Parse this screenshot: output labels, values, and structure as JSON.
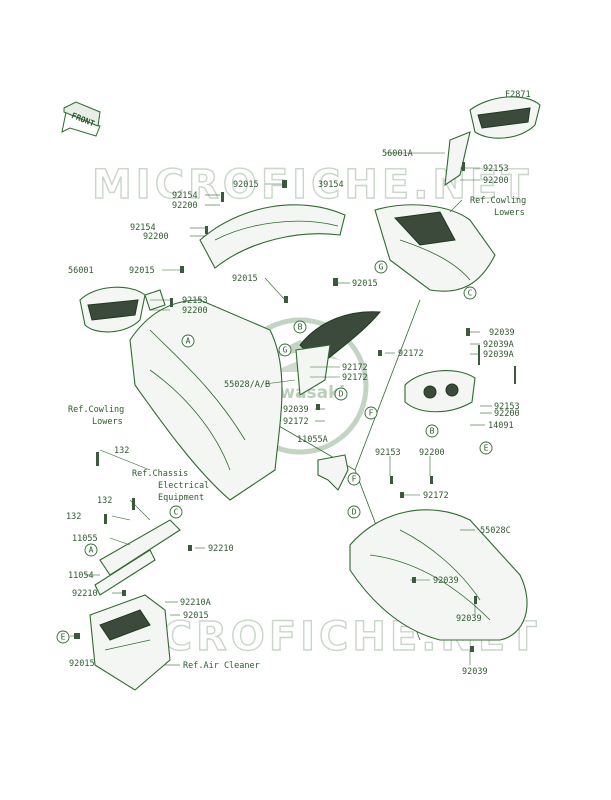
{
  "figure_code": "F2871",
  "front_label": "FRONT",
  "watermark_top": "MICROFICHE.NET",
  "watermark_bottom": "MICROFICHE.NET",
  "logo_text": "Kawasaki",
  "colors": {
    "line": "#2f6a2f",
    "text": "#2f5a2f",
    "watermark": "#c9d6c9",
    "logo": "#b9cfb9"
  },
  "labels": [
    {
      "id": "56001A",
      "text": "56001A"
    },
    {
      "id": "92153a",
      "text": "92153"
    },
    {
      "id": "92200a",
      "text": "92200"
    },
    {
      "id": "refcowl1",
      "text": "Ref.Cowling"
    },
    {
      "id": "refcowl1b",
      "text": "Lowers"
    },
    {
      "id": "92015a",
      "text": "92015"
    },
    {
      "id": "39154",
      "text": "39154"
    },
    {
      "id": "92154a",
      "text": "92154"
    },
    {
      "id": "92200b",
      "text": "92200"
    },
    {
      "id": "92154b",
      "text": "92154"
    },
    {
      "id": "92200c",
      "text": "92200"
    },
    {
      "id": "56001",
      "text": "56001"
    },
    {
      "id": "92015b",
      "text": "92015"
    },
    {
      "id": "92015c",
      "text": "92015"
    },
    {
      "id": "92015d",
      "text": "92015"
    },
    {
      "id": "92153b",
      "text": "92153"
    },
    {
      "id": "92200d",
      "text": "92200"
    },
    {
      "id": "92039a",
      "text": "92039"
    },
    {
      "id": "92039A1",
      "text": "92039A"
    },
    {
      "id": "92039A2",
      "text": "92039A"
    },
    {
      "id": "92172a",
      "text": "92172"
    },
    {
      "id": "92172b",
      "text": "92172"
    },
    {
      "id": "92172c",
      "text": "92172"
    },
    {
      "id": "55028AB",
      "text": "55028/A/B"
    },
    {
      "id": "92039b",
      "text": "92039"
    },
    {
      "id": "92172d",
      "text": "92172"
    },
    {
      "id": "92153c",
      "text": "92153"
    },
    {
      "id": "92200e",
      "text": "92200"
    },
    {
      "id": "14091",
      "text": "14091"
    },
    {
      "id": "refcowl2",
      "text": "Ref.Cowling"
    },
    {
      "id": "refcowl2b",
      "text": "Lowers"
    },
    {
      "id": "11055A",
      "text": "11055A"
    },
    {
      "id": "92153d",
      "text": "92153"
    },
    {
      "id": "92200f",
      "text": "92200"
    },
    {
      "id": "132a",
      "text": "132"
    },
    {
      "id": "refchassis1",
      "text": "Ref.Chassis"
    },
    {
      "id": "refchassis2",
      "text": "Electrical"
    },
    {
      "id": "refchassis3",
      "text": "Equipment"
    },
    {
      "id": "92172e",
      "text": "92172"
    },
    {
      "id": "132b",
      "text": "132"
    },
    {
      "id": "132c",
      "text": "132"
    },
    {
      "id": "55028C",
      "text": "55028C"
    },
    {
      "id": "11055",
      "text": "11055"
    },
    {
      "id": "92210a",
      "text": "92210"
    },
    {
      "id": "11054",
      "text": "11054"
    },
    {
      "id": "92039c",
      "text": "92039"
    },
    {
      "id": "92210b",
      "text": "92210"
    },
    {
      "id": "92210A",
      "text": "92210A"
    },
    {
      "id": "92015e",
      "text": "92015"
    },
    {
      "id": "92039d",
      "text": "92039"
    },
    {
      "id": "92015f",
      "text": "92015"
    },
    {
      "id": "refair",
      "text": "Ref.Air Cleaner"
    },
    {
      "id": "92039e",
      "text": "92039"
    }
  ],
  "refs": [
    "A",
    "B",
    "C",
    "D",
    "E",
    "F",
    "G"
  ]
}
